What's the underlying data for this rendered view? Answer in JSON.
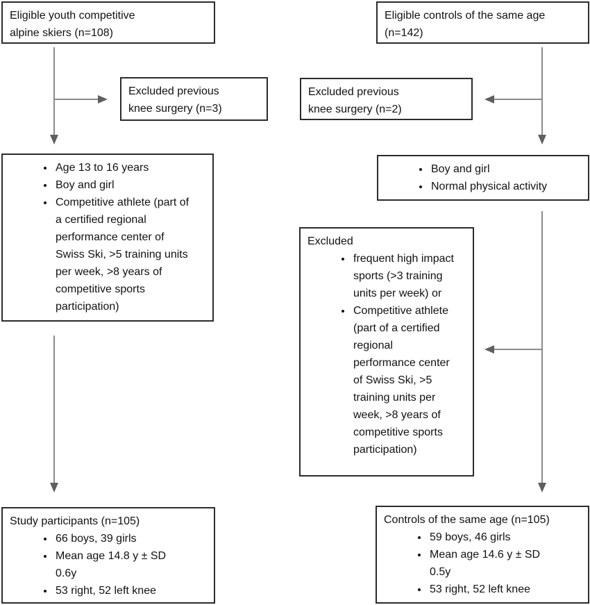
{
  "diagram": {
    "colors": {
      "box_border": "#2b2b2b",
      "arrow_line": "#8a8a8a",
      "arrow_head": "#5f5f5f",
      "background": "#ffffff",
      "text": "#111111"
    },
    "boxes": {
      "eligible_skiers": {
        "lines": [
          "Eligible youth competitive",
          "alpine skiers (n=108)"
        ]
      },
      "eligible_controls": {
        "lines": [
          "Eligible controls of the same age",
          "(n=142)"
        ]
      },
      "excluded_skiers": {
        "lines": [
          "Excluded previous",
          "knee surgery (n=3)"
        ]
      },
      "excluded_controls": {
        "lines": [
          "Excluded previous",
          "knee surgery (n=2)"
        ]
      },
      "inclusion_skiers": {
        "bullets": [
          "Age 13 to 16 years",
          "Boy and girl",
          "Competitive athlete (part of a certified regional performance center of Swiss Ski, >5 training units per week, >8 years of competitive sports participation)"
        ]
      },
      "inclusion_controls": {
        "bullets": [
          "Boy and girl",
          "Normal physical activity"
        ]
      },
      "excluded_controls_detail": {
        "title": "Excluded",
        "bullets": [
          "frequent high impact sports (>3 training units per week) or",
          "Competitive athlete (part of a certified regional performance center of Swiss Ski, >5 training units per week, >8 years of competitive sports participation)"
        ]
      },
      "study_participants": {
        "title": "Study participants (n=105)",
        "bullets": [
          "66 boys, 39 girls",
          "Mean age 14.8 y ± SD 0.6y",
          "53 right, 52 left knee"
        ]
      },
      "controls_same_age": {
        "title": "Controls of the same age (n=105)",
        "bullets": [
          "59 boys, 46 girls",
          "Mean age 14.6 y ± SD 0.5y",
          "53 right, 52 left knee"
        ]
      }
    }
  }
}
